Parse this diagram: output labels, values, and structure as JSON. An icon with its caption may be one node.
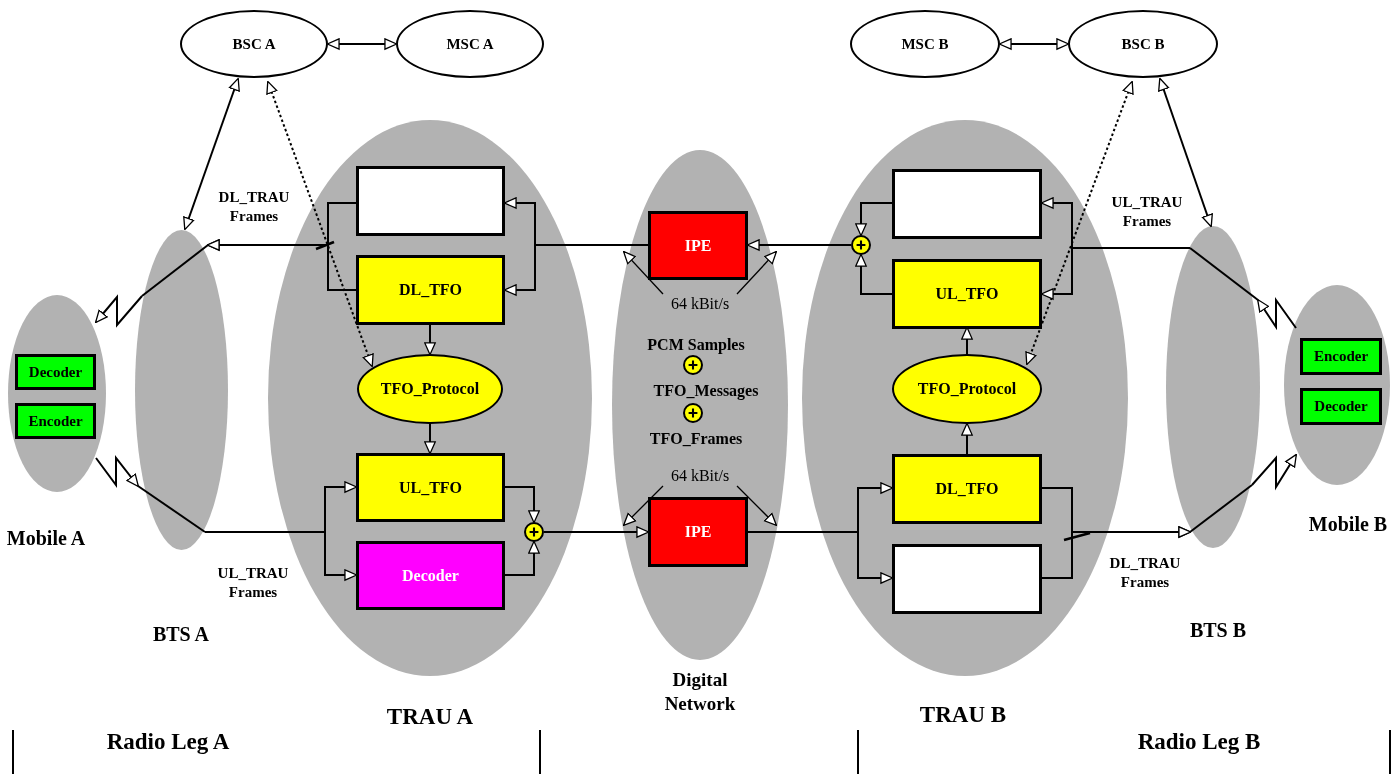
{
  "diagram": {
    "nodes": [
      {
        "text": [
          "BSC A"
        ]
      },
      {
        "text": [
          "MSC A"
        ]
      },
      {
        "text": [
          "MSC B"
        ]
      },
      {
        "text": [
          "BSC B"
        ]
      },
      {
        "text": [
          "Mobile A"
        ]
      },
      {
        "text": [
          "Decoder"
        ],
        "in": 4
      },
      {
        "text": [
          "Encoder"
        ],
        "in": 4
      },
      {
        "text": [
          "BTS A"
        ]
      },
      {
        "text": [
          "TRAU A"
        ]
      },
      {
        "text": [],
        "shape": "box",
        "in": 8
      },
      {
        "text": [
          "DL_TFO"
        ],
        "in": 8
      },
      {
        "text": [
          "TFO_Protocol"
        ],
        "in": 8
      },
      {
        "text": [
          "UL_TFO"
        ],
        "in": 8
      },
      {
        "text": [
          "Decoder"
        ],
        "in": 8
      },
      {
        "text": [],
        "shape": "circle",
        "in": 8
      },
      {
        "text": [
          "Digital Network"
        ]
      },
      {
        "text": [
          "IPE"
        ],
        "in": 15
      },
      {
        "text": [
          "IPE"
        ],
        "in": 15
      },
      {
        "text": [
          "TRAU B"
        ]
      },
      {
        "text": [],
        "shape": "box",
        "in": 18
      },
      {
        "text": [],
        "shape": "circle",
        "in": 18
      },
      {
        "text": [
          "UL_TFO"
        ],
        "in": 18
      },
      {
        "text": [
          "TFO_Protocol"
        ],
        "in": 18
      },
      {
        "text": [
          "DL_TFO"
        ],
        "in": 18
      },
      {
        "text": [],
        "shape": "box",
        "in": 18
      },
      {
        "text": [
          "BTS B"
        ]
      },
      {
        "text": [
          "Mobile B"
        ]
      },
      {
        "text": [
          "Encoder"
        ],
        "in": 26
      },
      {
        "text": [
          "Decoder"
        ],
        "in": 26
      },
      {
        "text": [
          "64 kBit/s"
        ],
        "in": 15
      },
      {
        "text": [
          "64 kBit/s"
        ],
        "in": 15
      }
    ],
    "edges": [
      {
        "from": 0,
        "to": 1,
        "arrow": "both"
      },
      {
        "from": 2,
        "to": 3,
        "arrow": "both"
      },
      {
        "from": 0,
        "to": 7,
        "arrow": "both"
      },
      {
        "from": 3,
        "to": 25,
        "arrow": "both"
      },
      {
        "from": 0,
        "to": 11,
        "arrow": "both",
        "style": "dashed"
      },
      {
        "from": 3,
        "to": 22,
        "arrow": "both",
        "style": "dashed"
      },
      {
        "from": 7,
        "to": 4,
        "arrow": "to"
      },
      {
        "from": 4,
        "to": 7,
        "arrow": "to"
      },
      {
        "from": 25,
        "to": 26,
        "arrow": "to"
      },
      {
        "from": 26,
        "to": 25,
        "arrow": "to"
      },
      {
        "from": 9,
        "to": 7,
        "arrow": "to"
      },
      {
        "from": 10,
        "to": 7,
        "arrow": "to"
      },
      {
        "from": 7,
        "to": 12,
        "arrow": "to"
      },
      {
        "from": 7,
        "to": 13,
        "arrow": "to"
      },
      {
        "from": 12,
        "to": 14,
        "arrow": "to"
      },
      {
        "from": 13,
        "to": 14,
        "arrow": "to"
      },
      {
        "from": 14,
        "to": 17,
        "arrow": "to"
      },
      {
        "from": 17,
        "to": 23,
        "arrow": "to"
      },
      {
        "from": 17,
        "to": 24,
        "arrow": "to"
      },
      {
        "from": 23,
        "to": 25,
        "arrow": "to"
      },
      {
        "from": 24,
        "to": 25,
        "arrow": "to"
      },
      {
        "from": 25,
        "to": 19,
        "arrow": "to"
      },
      {
        "from": 25,
        "to": 21,
        "arrow": "to"
      },
      {
        "from": 19,
        "to": 20,
        "arrow": "to"
      },
      {
        "from": 21,
        "to": 20,
        "arrow": "to"
      },
      {
        "from": 20,
        "to": 16,
        "arrow": "to"
      },
      {
        "from": 16,
        "to": 9,
        "arrow": "to"
      },
      {
        "from": 16,
        "to": 10,
        "arrow": "to"
      },
      {
        "from": 10,
        "to": 11,
        "arrow": "to"
      },
      {
        "from": 11,
        "to": 12,
        "arrow": "to"
      },
      {
        "from": 23,
        "to": 22,
        "arrow": "to"
      },
      {
        "from": 22,
        "to": 21,
        "arrow": "to"
      },
      {
        "from": 29,
        "to": null,
        "arrow": "to"
      },
      {
        "from": 29,
        "to": null,
        "arrow": "to"
      },
      {
        "from": 30,
        "to": null,
        "arrow": "to"
      },
      {
        "from": 30,
        "to": null,
        "arrow": "to"
      }
    ],
    "labels": [
      "DL_TRAU Frames",
      "UL_TRAU Frames",
      "PCM Samples",
      "TFO_Messages",
      "TFO_Frames",
      "DL_TRAU Frames",
      "UL_TRAU Frames",
      "Radio Leg A",
      "Radio Leg B"
    ]
  }
}
